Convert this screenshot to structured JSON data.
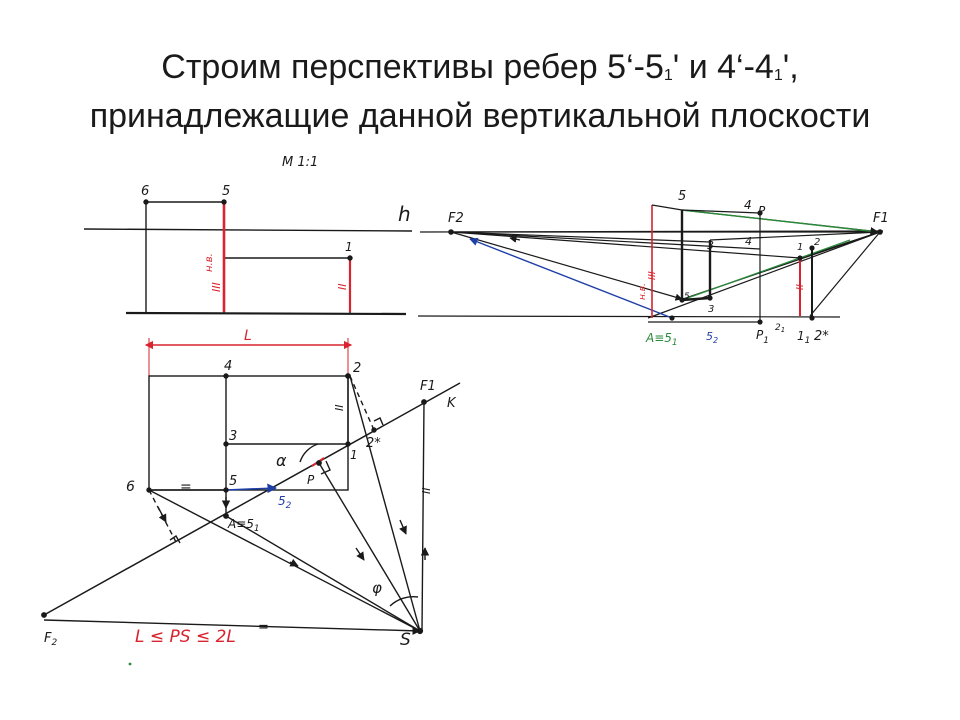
{
  "slide": {
    "title_line1_parts": [
      "Строим перспективы ребер 5‘-5",
      "1",
      "' и 4‘-4",
      "1",
      "',"
    ],
    "title_line2": "принадлежащие данной вертикальной плоскости"
  },
  "drawing": {
    "scale": "M 1:1",
    "horizon_mark": "h",
    "front_view": {
      "pt_6": "6",
      "pt_5": "5",
      "pt_1": "1",
      "hv": "н.в.",
      "tick3": "III",
      "tick2": "II"
    },
    "plan": {
      "L": "L",
      "pt_4": "4",
      "pt_2": "2",
      "pt_3": "3",
      "pt_1": "1",
      "pt_2star": "2*",
      "pt_6": "6",
      "pt_5": "5",
      "pt_A51": "A≡5",
      "sub_1": "1",
      "pt_5_2": "5",
      "sub_2": "2",
      "pt_P": "P",
      "pt_F1": "F1",
      "pt_K": "K",
      "pt_F2": "F",
      "sub_F2": "2",
      "pt_S": "S",
      "alpha": "α",
      "phi": "φ",
      "eq": "=",
      "tick2": "II",
      "condition": "L ≤ PS ≤ 2L"
    },
    "perspective": {
      "F2": "F2",
      "F1": "F1",
      "pt_5": "5",
      "pt_4": "4",
      "pt_P": "P",
      "pt_3": "3",
      "pt_41": "4",
      "pt_1": "1",
      "pt_2": "2",
      "pt_51": "5",
      "pt_31": "3",
      "A51": "A≡5",
      "sub_1": "1",
      "pt_52": "5",
      "sub_2": "2",
      "P1": "P",
      "pt_21": "2",
      "pt_11": "1",
      "pt_2star": "2*",
      "hv": "н.в.",
      "tick3": "III",
      "tick2": "II"
    }
  },
  "colors": {
    "ink": "#1a1a1a",
    "red": "#d9232e",
    "blue": "#1f3fa6",
    "green": "#2a8a3a"
  }
}
